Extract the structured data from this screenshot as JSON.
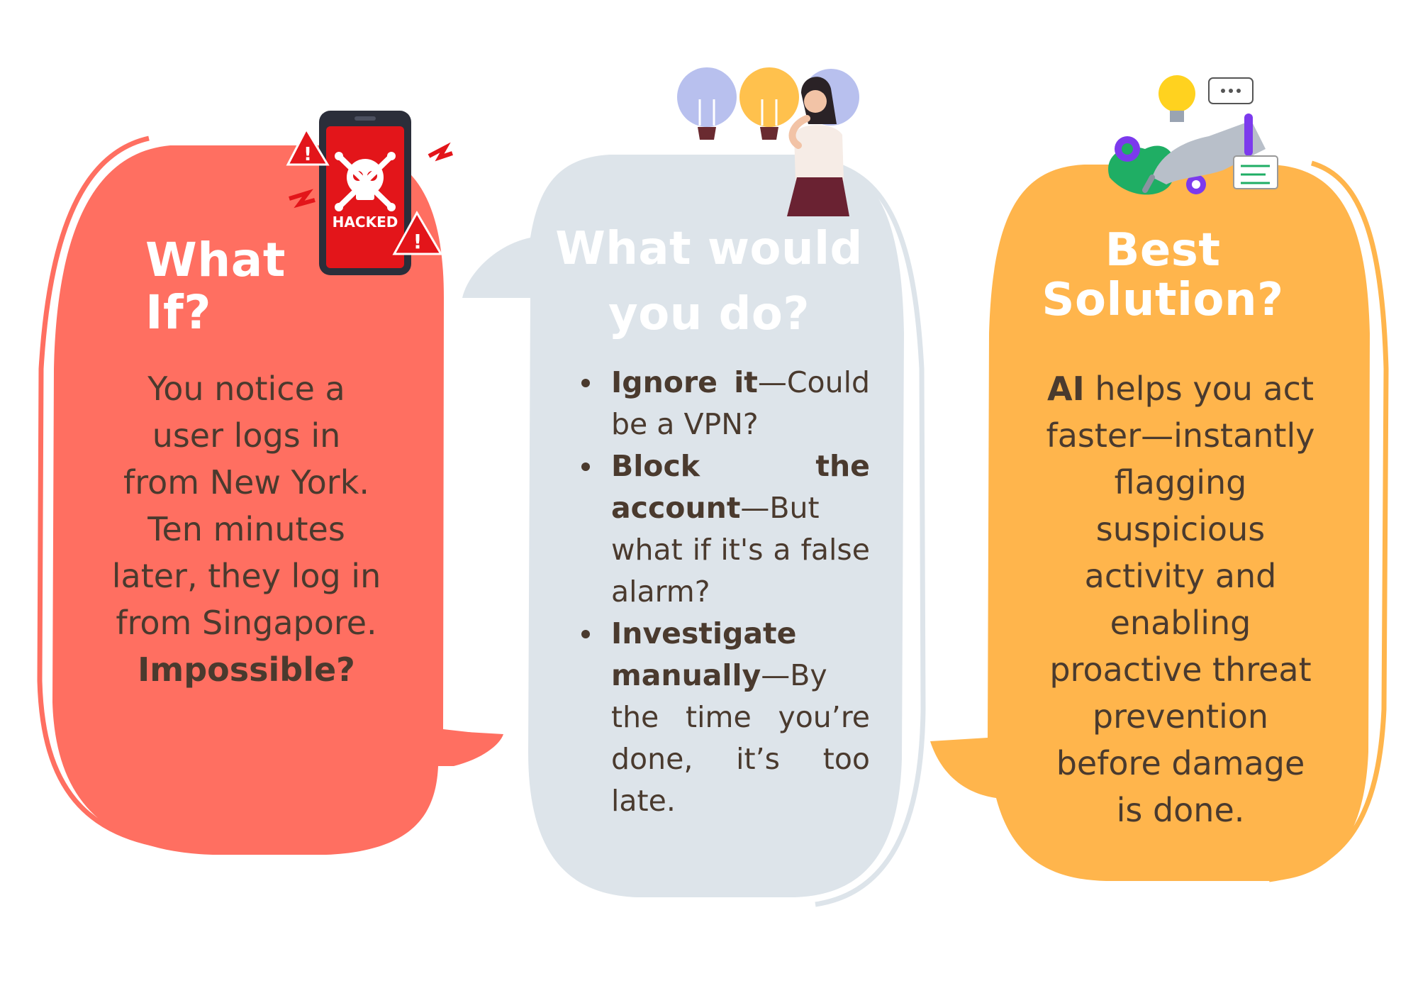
{
  "card1": {
    "title": "What If?",
    "lines": [
      "You notice a",
      "user logs in",
      "from New York.",
      "Ten minutes",
      "later, they log in",
      "from Singapore."
    ],
    "emphasis": "Impossible?",
    "phone_label": "HACKED",
    "color": "#ff6f61"
  },
  "card2": {
    "title_line1": "What would",
    "title_line2": "you do?",
    "color": "#dde4ea",
    "items": [
      {
        "bold": "Ignore it",
        "rest": "—Could be a VPN?"
      },
      {
        "bold": "Block the account",
        "rest": "—But what if it's a false alarm?"
      },
      {
        "bold": "Investigate manually",
        "rest": "—By the time you’re done, it’s too late."
      }
    ]
  },
  "card3": {
    "title_line1": "Best",
    "title_line2": "Solution?",
    "color": "#ffb54c",
    "lead_bold": "AI",
    "lead_rest": " helps you act",
    "lines": [
      "faster—instantly",
      "flagging",
      "suspicious",
      "activity and",
      "enabling",
      "proactive threat",
      "prevention",
      "before damage",
      "is done."
    ]
  }
}
